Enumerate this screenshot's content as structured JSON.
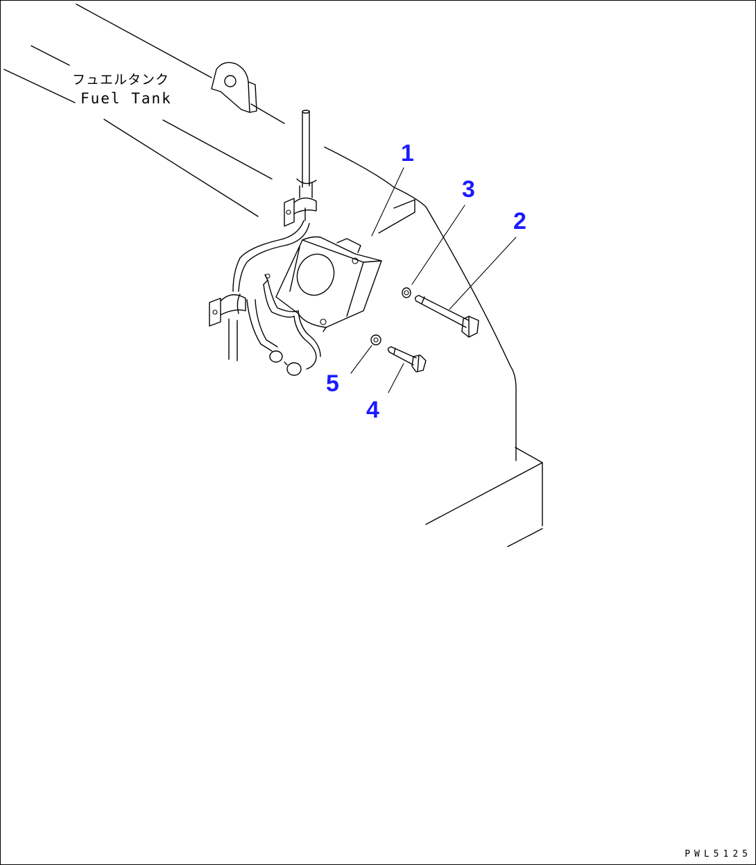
{
  "diagram": {
    "label_jp": "フュエルタンク",
    "label_en": "Fuel Tank",
    "callouts": [
      {
        "id": "c1",
        "text": "1"
      },
      {
        "id": "c2",
        "text": "2"
      },
      {
        "id": "c3",
        "text": "3"
      },
      {
        "id": "c4",
        "text": "4"
      },
      {
        "id": "c5",
        "text": "5"
      }
    ],
    "drawing_code": "PWL5125",
    "colors": {
      "line": "#000000",
      "callout": "#1a1aff",
      "background": "#ffffff"
    }
  }
}
